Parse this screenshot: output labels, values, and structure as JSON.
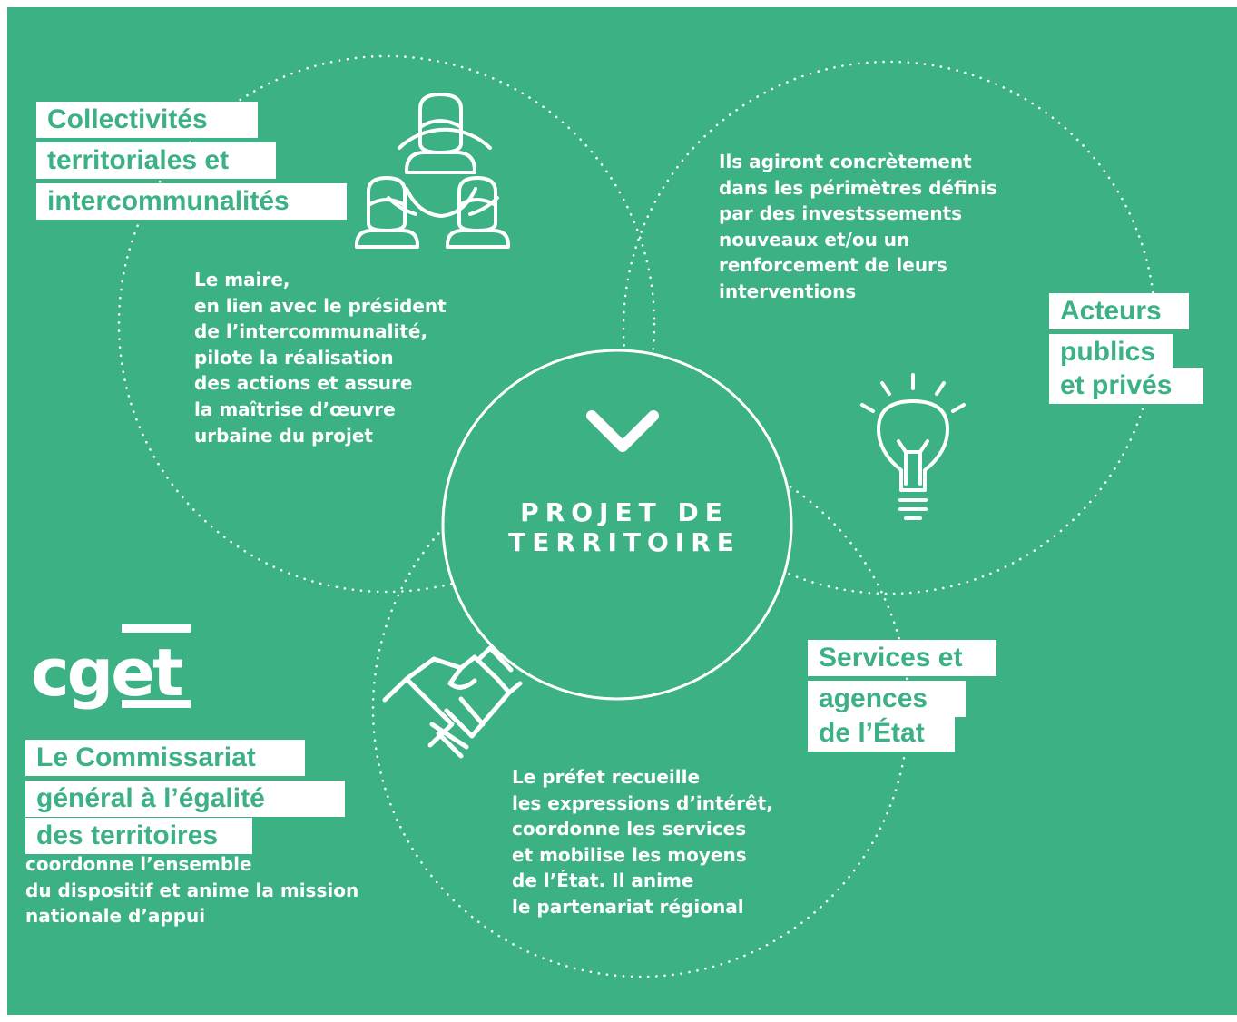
{
  "colors": {
    "background": "#3bb184",
    "foreground": "#ffffff",
    "tag_text": "#3bb184"
  },
  "center": {
    "line1": "PROJET DE",
    "line2": "TERRITOIRE",
    "icon": "chevron-down-icon"
  },
  "collectivites": {
    "tag": [
      "Collectivités",
      "territoriales et",
      "intercommunalités"
    ],
    "text": [
      "Le maire,",
      "en lien avec le président",
      "de l’intercommunalité,",
      "pilote la réalisation",
      "des actions et assure",
      "la maîtrise d’œuvre",
      "urbaine du projet"
    ],
    "icon": "people-network-icon"
  },
  "acteurs": {
    "tag": [
      "Acteurs",
      "publics",
      "et privés"
    ],
    "text": [
      "Ils agiront concrètement",
      "dans les périmètres définis",
      "par des investssements",
      "nouveaux et/ou un",
      "renforcement de leurs",
      "interventions"
    ],
    "icon": "lightbulb-icon"
  },
  "services": {
    "tag": [
      "Services et",
      "agences",
      "de l’État"
    ],
    "text": [
      "Le préfet recueille",
      "les expressions d’intérêt,",
      "coordonne les services",
      "et mobilise les moyens",
      "de l’État. Il anime",
      "le partenariat régional"
    ],
    "icon": "handshake-icon"
  },
  "cget": {
    "logo": "cget",
    "tag": [
      "Le Commissariat",
      "général  à l’égalité",
      "des territoires"
    ],
    "text": [
      "coordonne l’ensemble",
      "du dispositif et anime la mission",
      "nationale d’appui"
    ]
  }
}
